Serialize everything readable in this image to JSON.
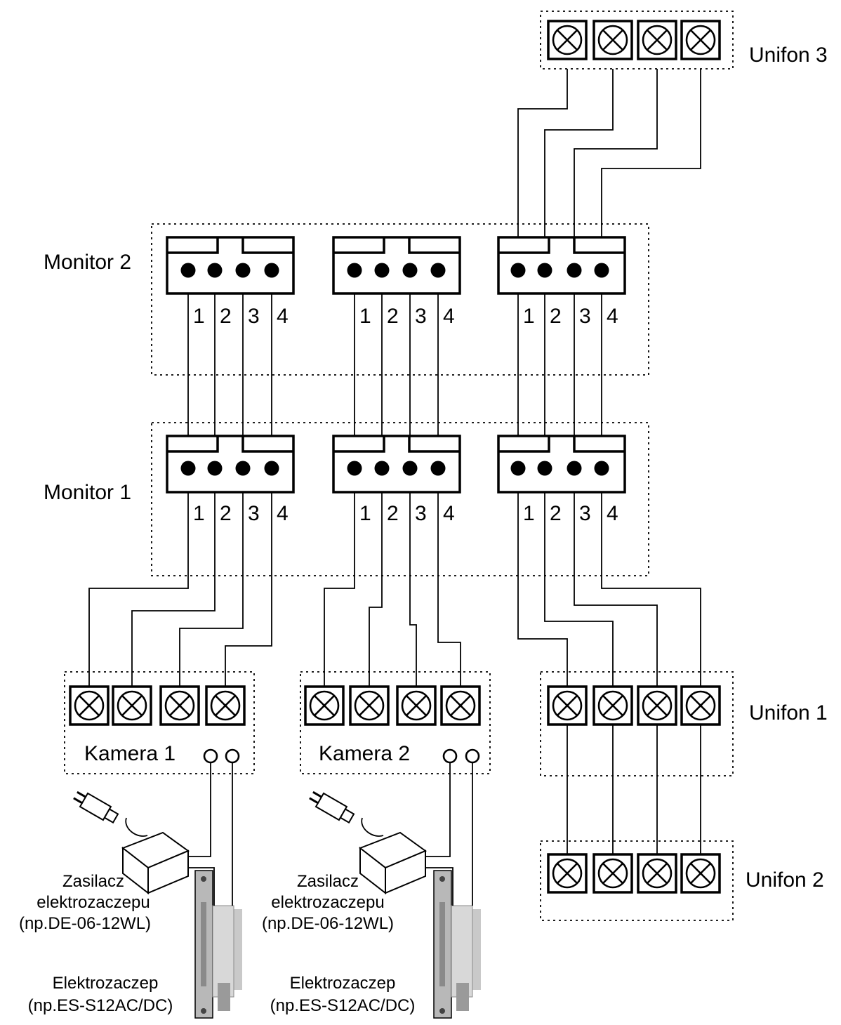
{
  "colors": {
    "ink": "#000000",
    "background": "#ffffff",
    "metal": "#b8b8b8",
    "metal_dark": "#8a8a8a"
  },
  "labels": {
    "unifon3": "Unifon 3",
    "unifon1": "Unifon 1",
    "unifon2": "Unifon 2",
    "monitor2": "Monitor 2",
    "monitor1": "Monitor 1",
    "kamera1": "Kamera 1",
    "kamera2": "Kamera 2"
  },
  "pins": [
    "1",
    "2",
    "3",
    "4"
  ],
  "power_supply": {
    "line1": "Zasilacz",
    "line2": "elektrozaczepu",
    "line3": "(np.DE-06-12WL)",
    "icon": "power-supply-icon"
  },
  "door_strike": {
    "line1": "Elektrozaczep",
    "line2": "(np.ES-S12AC/DC)",
    "icon": "door-strike-icon"
  },
  "terminal_icon": "terminal-cross-icon"
}
